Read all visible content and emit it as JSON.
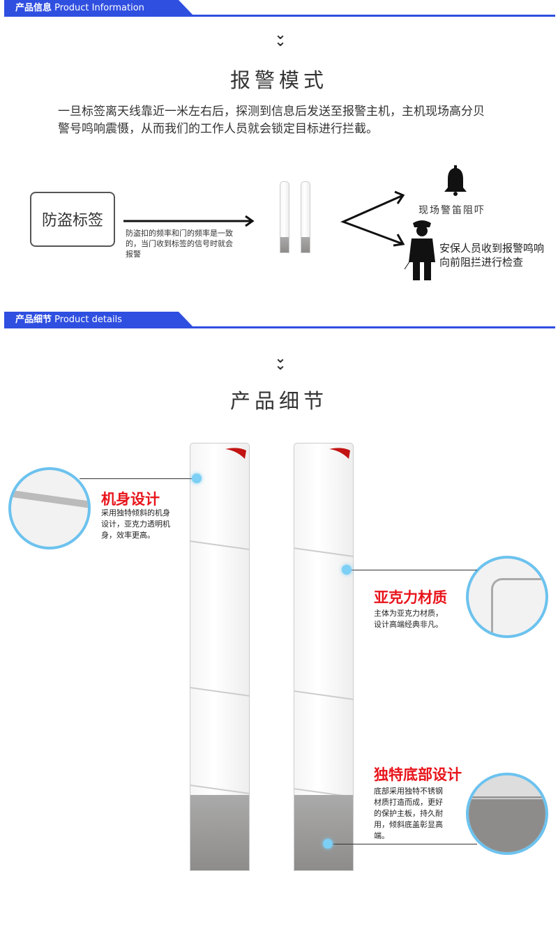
{
  "section1": {
    "header_cn": "产品信息",
    "header_en": "Product Information",
    "title": "报警模式",
    "paragraph": [
      "一旦标签离天线靠近一米左右后，探测到信息后发送至报警主机，主机现场高分贝",
      "警号鸣响震慑，从而我们的工作人员就会锁定目标进行拦截。"
    ],
    "tag_label": "防盗标签",
    "arrow_note": [
      "防盗扣的频率和门的频率是一致",
      "的，当门收到标签的信号时就会",
      "报警"
    ],
    "alarm_label": "现场警笛阻吓",
    "guard_label": [
      "安保人员收到报警鸣响",
      "向前阻拦进行检查"
    ]
  },
  "section2": {
    "header_cn": "产品细节",
    "header_en": "Product details",
    "title": "产品细节",
    "callouts": [
      {
        "title": "机身设计",
        "desc": [
          "采用独特倾斜的机身",
          "设计，亚克力透明机",
          "身，效率更高。"
        ]
      },
      {
        "title": "亚克力材质",
        "desc": [
          "主体为亚克力材质，",
          "设计高端经典非凡。"
        ]
      },
      {
        "title": "独特底部设计",
        "desc": [
          "底部采用独特不锈钢",
          "材质打造而成，更好",
          "的保护主板，持久耐",
          "用，倾斜底盖彰显高",
          "端。"
        ]
      }
    ]
  },
  "colors": {
    "accent": "#2f4fe0",
    "callout_title": "#e8141b",
    "highlight": "#6cc2ee"
  }
}
